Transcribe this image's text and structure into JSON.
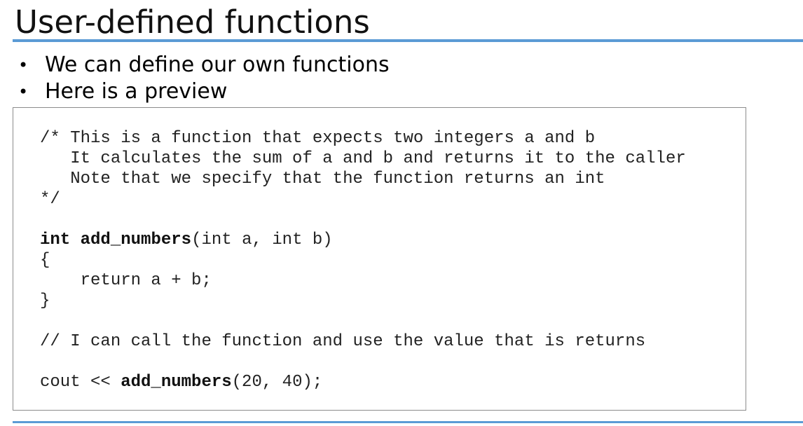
{
  "slide": {
    "title": "User-defined functions",
    "bullets": [
      "We can define our own functions",
      "Here is a preview"
    ],
    "bullet_glyph": "•",
    "accent_color": "#5b9bd5"
  },
  "code": {
    "comment_line_1": "/* This is a function that expects two integers a and b",
    "comment_line_2": "   It calculates the sum of a and b and returns it to the caller",
    "comment_line_3": "   Note that we specify that the function returns an int",
    "comment_line_4": "*/",
    "return_type": "int",
    "function_name": "add_numbers",
    "params": "(int a, int b)",
    "open_brace": "{",
    "body_line": "    return a + b;",
    "close_brace": "}",
    "call_comment": "// I can call the function and use the value that is returns",
    "cout_prefix": "cout << ",
    "call_function_name": "add_numbers",
    "call_args": "(20, 40);"
  }
}
